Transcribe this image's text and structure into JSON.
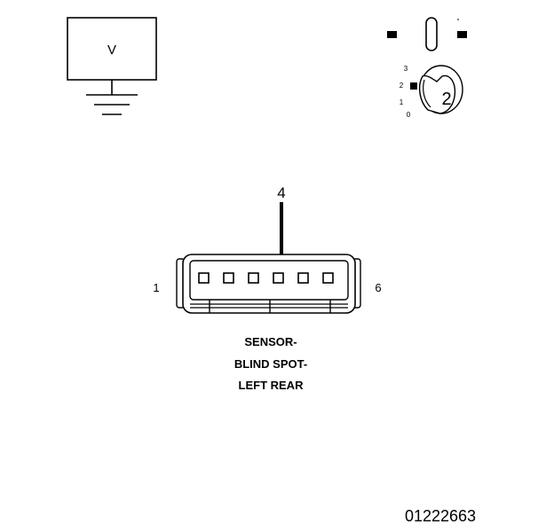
{
  "meter": {
    "symbol": "V"
  },
  "key_position": {
    "indicator": "2",
    "positions": [
      "3",
      "2",
      "1",
      "0"
    ]
  },
  "connector": {
    "pin_callout": "4",
    "pin_first": "1",
    "pin_last": "6",
    "name_lines": [
      "SENSOR-",
      "BLIND SPOT-",
      "LEFT REAR"
    ]
  },
  "figure_id": "01222663",
  "colors": {
    "ink": "#000000",
    "paper": "#ffffff"
  }
}
